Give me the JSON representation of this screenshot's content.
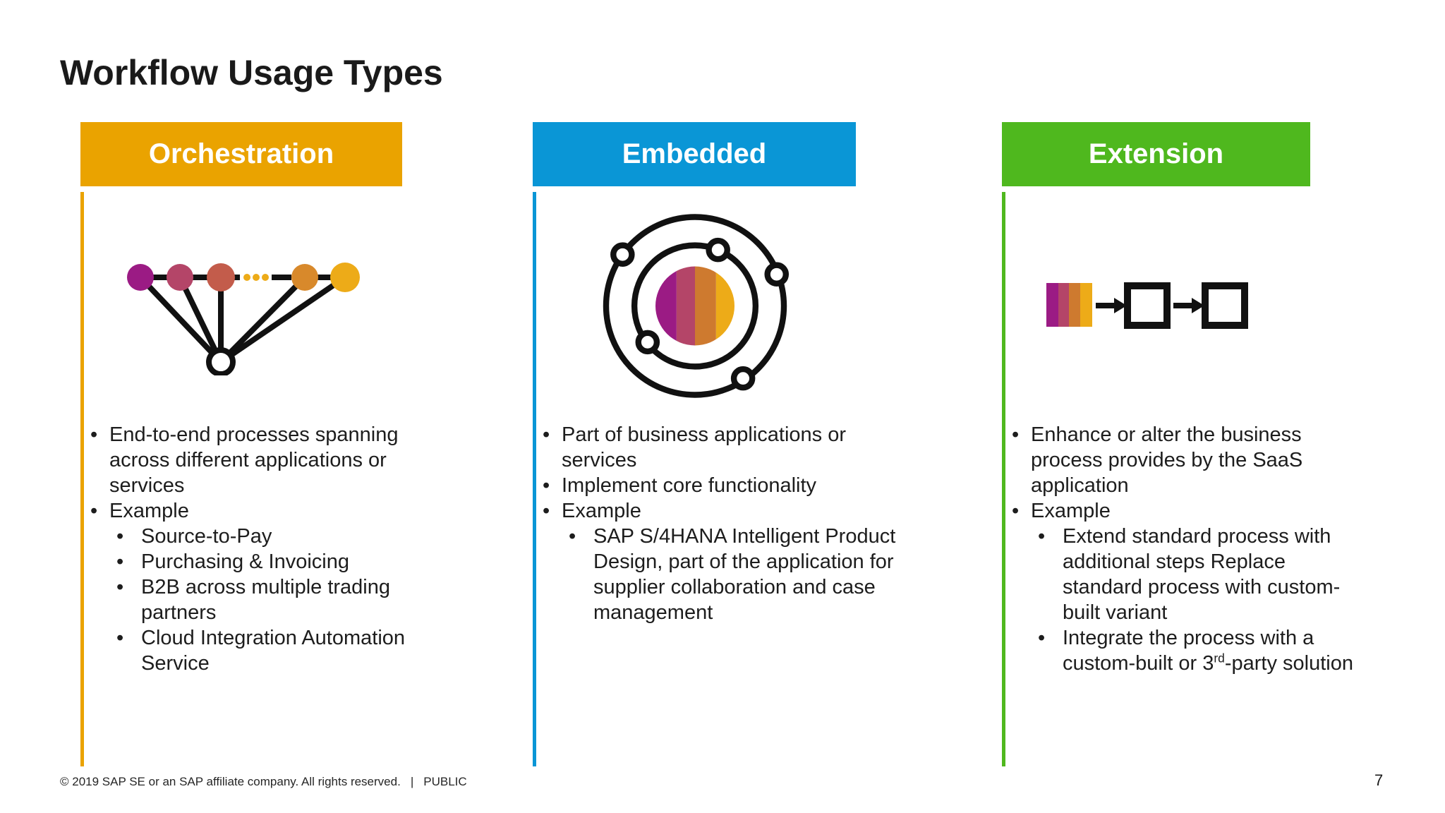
{
  "page": {
    "title": "Workflow Usage Types",
    "page_number": "7",
    "footer": {
      "copyright": "© 2019 SAP SE or an SAP affiliate company. All rights reserved.",
      "separator": "|",
      "classification": "PUBLIC"
    }
  },
  "palette": {
    "orchestration_header": "#EAA300",
    "embedded_header": "#0A96D6",
    "extension_header": "#4FB81E",
    "icon_purple": "#9B1B84",
    "icon_rose": "#B44568",
    "icon_terracotta": "#C35C4B",
    "icon_orange": "#CE7A2F",
    "icon_amber": "#EDAB18",
    "icon_outline": "#111111"
  },
  "columns": [
    {
      "title": "Orchestration",
      "icon": "fan-out-network-icon",
      "bullets": [
        {
          "text": "End-to-end processes spanning across different applications or services"
        },
        {
          "text": "Example",
          "children": [
            {
              "text": "Source-to-Pay"
            },
            {
              "text": "Purchasing & Invoicing"
            },
            {
              "text": "B2B across multiple trading partners"
            },
            {
              "text": "Cloud Integration Automation Service"
            }
          ]
        }
      ]
    },
    {
      "title": "Embedded",
      "icon": "orbit-icon",
      "bullets": [
        {
          "text": "Part of business applications or services"
        },
        {
          "text": "Implement core functionality"
        },
        {
          "text": "Example",
          "children": [
            {
              "text": "SAP S/4HANA Intelligent Product Design, part of the application for supplier collaboration and case management"
            }
          ]
        }
      ]
    },
    {
      "title": "Extension",
      "icon": "process-chain-icon",
      "bullets": [
        {
          "text": "Enhance or alter the business process provides by the SaaS application"
        },
        {
          "text": "Example",
          "children": [
            {
              "text": "Extend standard process with additional steps Replace standard process with custom-built variant"
            },
            {
              "pre": "Integrate the process with a custom-built or 3",
              "sup": "rd",
              "post": "-party solution"
            }
          ]
        }
      ]
    }
  ]
}
